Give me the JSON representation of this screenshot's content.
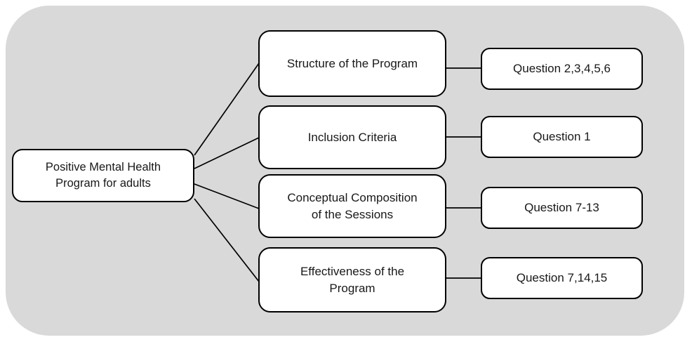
{
  "diagram": {
    "type": "tree-diagram",
    "title": "Positive Mental Health Program structure map",
    "background_color": "#d9d9d9",
    "node_fill": "#ffffff",
    "node_stroke": "#000000",
    "text_color": "#181818",
    "root": {
      "line1": "Positive Mental Health",
      "line2": "Program for adults"
    },
    "branches": [
      {
        "line1": "Structure of the Program",
        "line2": ""
      },
      {
        "line1": "Inclusion Criteria",
        "line2": ""
      },
      {
        "line1": "Conceptual Composition",
        "line2": "of the Sessions"
      },
      {
        "line1": "Effectiveness of the",
        "line2": "Program"
      }
    ],
    "leaves": [
      {
        "label": "Question 2,3,4,5,6"
      },
      {
        "label": "Question 1"
      },
      {
        "label": "Question 7-13"
      },
      {
        "label": "Question 7,14,15"
      }
    ]
  }
}
